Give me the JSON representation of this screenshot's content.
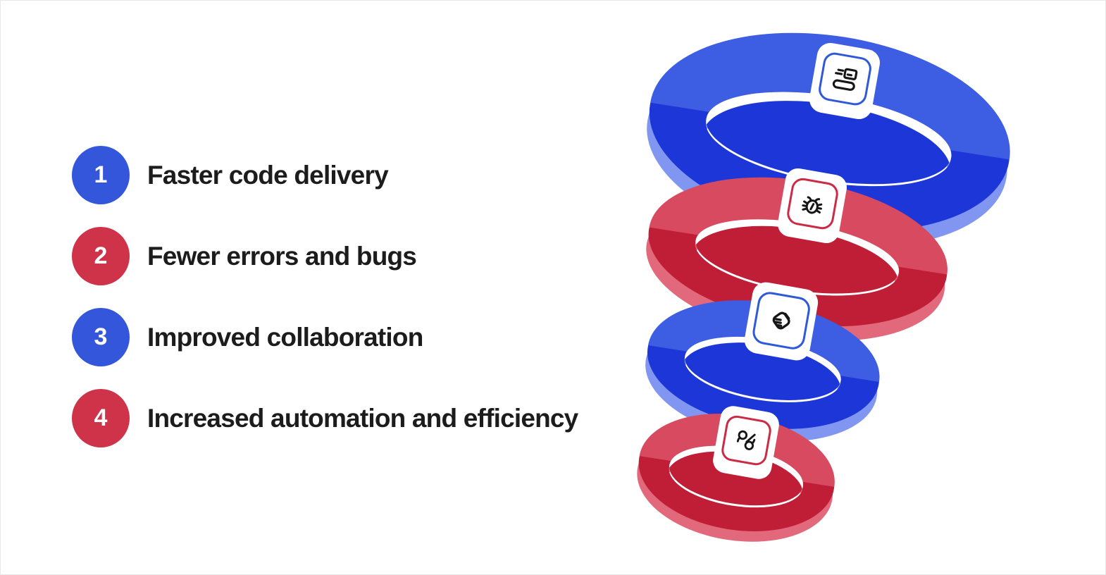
{
  "items": [
    {
      "number": "1",
      "label": "Faster code delivery",
      "color_key": "blue",
      "icon": "fast-delivery-icon"
    },
    {
      "number": "2",
      "label": "Fewer errors and bugs",
      "color_key": "red",
      "icon": "bug-icon"
    },
    {
      "number": "3",
      "label": "Improved collaboration",
      "color_key": "blue",
      "icon": "handshake-icon"
    },
    {
      "number": "4",
      "label": "Increased automation and efficiency",
      "color_key": "red",
      "icon": "automation-icon"
    }
  ],
  "illustration": {
    "type": "funnel-of-rings",
    "rings": [
      {
        "order": 1,
        "color_key": "blue",
        "icon": "fast-delivery-icon"
      },
      {
        "order": 2,
        "color_key": "red",
        "icon": "bug-icon"
      },
      {
        "order": 3,
        "color_key": "blue",
        "icon": "handshake-icon"
      },
      {
        "order": 4,
        "color_key": "red",
        "icon": "automation-icon"
      }
    ]
  },
  "colors": {
    "background": "#ffffff",
    "canvas_border": "#e8e8e8",
    "text_color": "#1c1c1c",
    "icon_stroke": "#161616",
    "bullet_blue": "#3456db",
    "bullet_red": "#ce3349",
    "ring_blue_main": "#3d5ee2",
    "ring_blue_light": "#8096f0",
    "ring_blue_dark": "#1c36d8",
    "ring_red_main": "#d84a60",
    "ring_red_light": "#e2697b",
    "ring_red_dark": "#c01e37",
    "badge_blue_border": "#2e59d9",
    "badge_red_border": "#cc2b45"
  }
}
